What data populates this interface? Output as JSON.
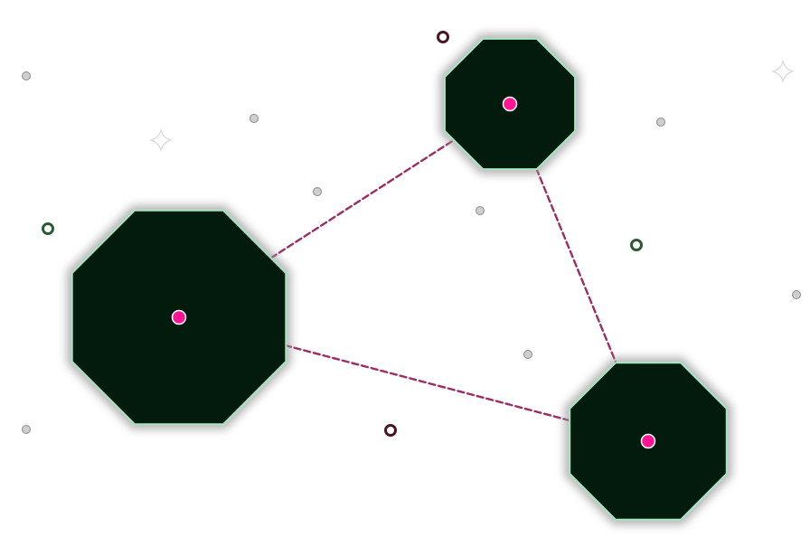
{
  "palette": {
    "background": "#ffffff",
    "node_fill": "#021b0c",
    "node_stroke": "#a7e6c4",
    "node_glow": "#9a9a9a",
    "link_color": "#9a2d66",
    "center_dot": "#ff1493",
    "pebble_fill": "#cfcfcf",
    "pebble_stroke": "#8a8a8a",
    "ring_dark_red": "#4a1622",
    "ring_dark_green": "#2c5a34",
    "sparkle": "#d8d8d8"
  },
  "icons": {
    "node": "octagon-node-icon",
    "center": "node-center-dot-icon",
    "pebble": "pebble-icon",
    "ring": "ring-token-icon",
    "sparkle": "sparkle-icon"
  },
  "links": [
    {
      "from": "left",
      "to": "top"
    },
    {
      "from": "top",
      "to": "right"
    },
    {
      "from": "left",
      "to": "right"
    }
  ]
}
